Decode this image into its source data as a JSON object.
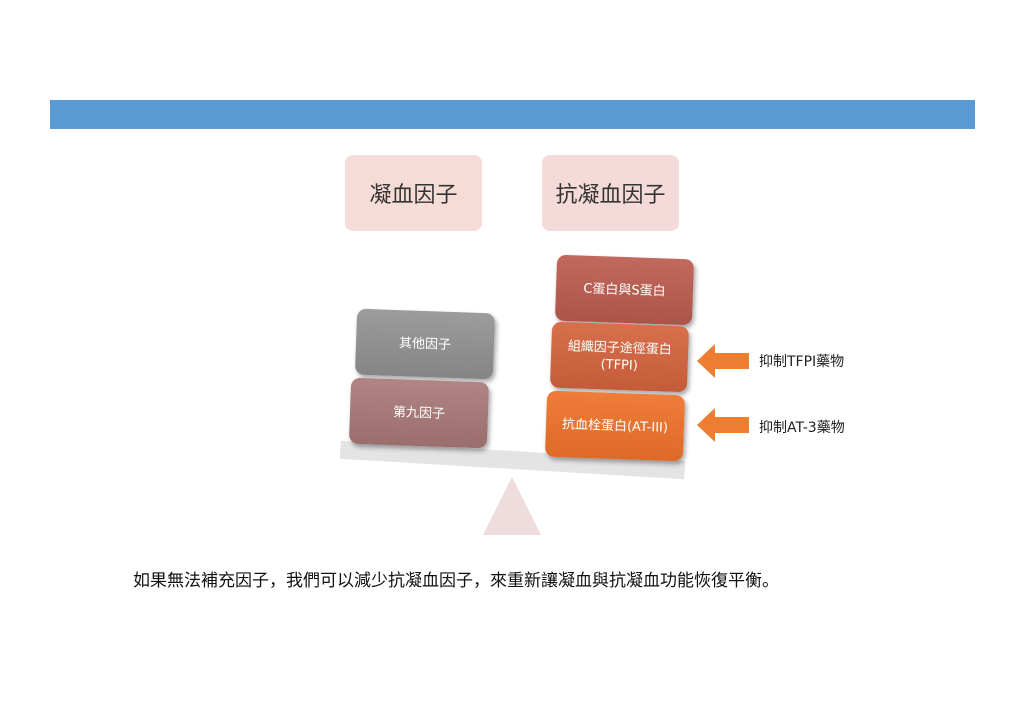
{
  "headers": {
    "coagulation": "凝血因子",
    "anticoagulation": "抗凝血因子"
  },
  "left_blocks": {
    "other": "其他因子",
    "ninth": "第九因子"
  },
  "right_blocks": {
    "protein_cs": "C蛋白與S蛋白",
    "tfpi_line1": "組織因子途徑蛋白",
    "tfpi_line2": "(TFPI)",
    "at3": "抗血栓蛋白(AT-III)"
  },
  "drug_labels": {
    "tfpi": "抑制TFPI藥物",
    "at3": "抑制AT-3藥物"
  },
  "caption": "如果無法補充因子，我們可以減少抗凝血因子，來重新讓凝血與抗凝血功能恢復平衡。",
  "colors": {
    "top_bar": "#5b9bd5",
    "arrow": "#ed7d31",
    "header_fill": "#f6dcd6"
  }
}
